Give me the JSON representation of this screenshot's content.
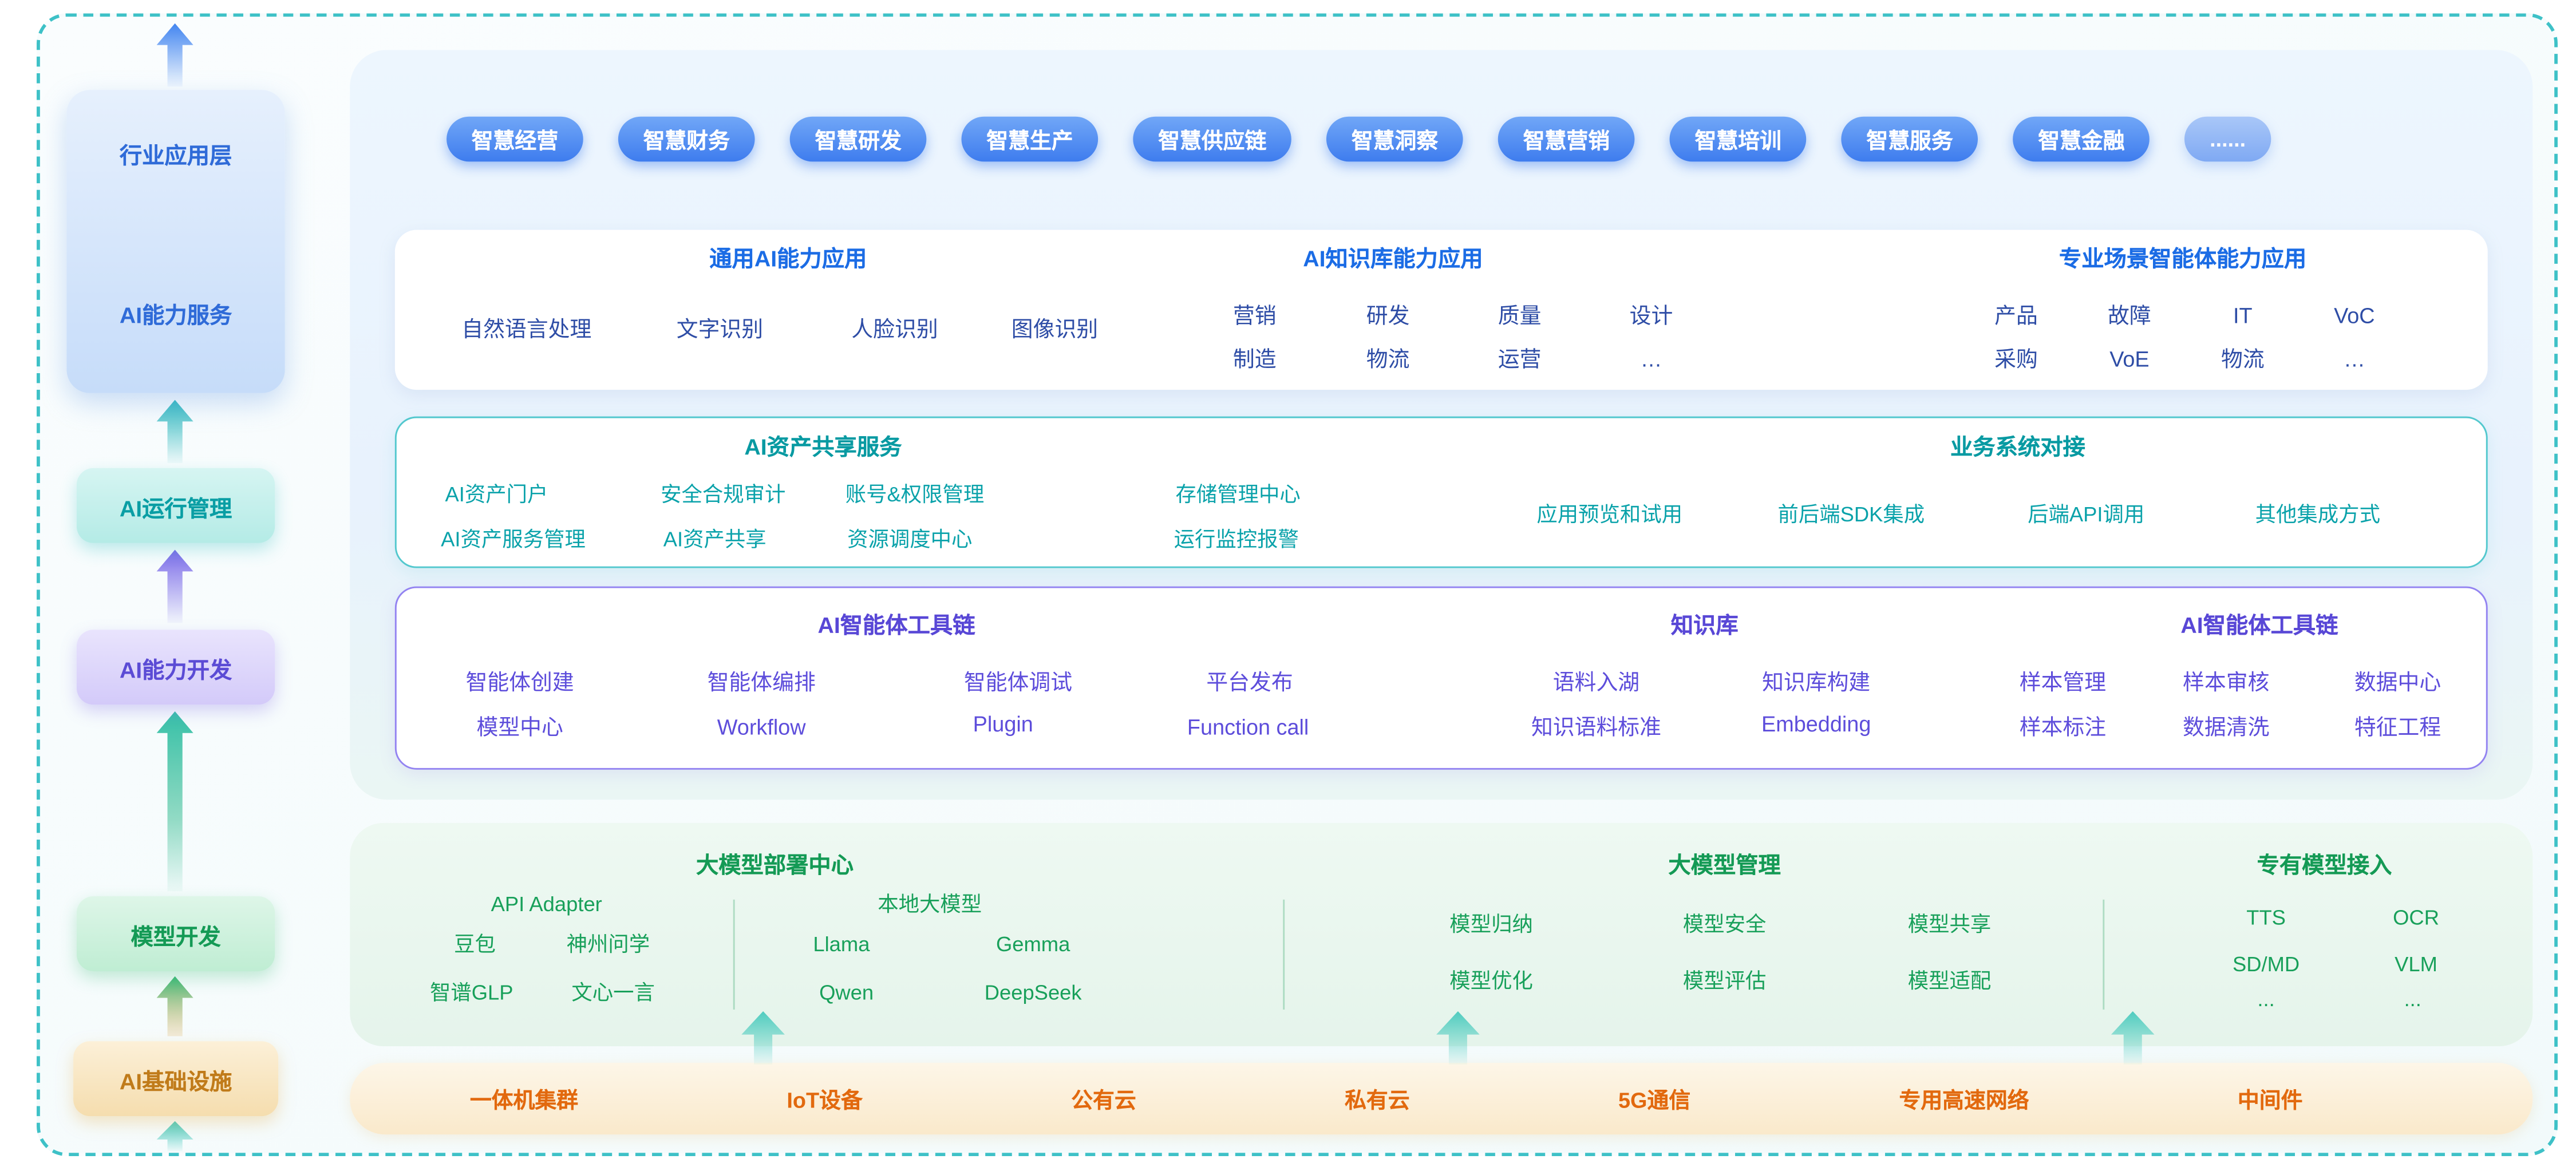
{
  "colors": {
    "frame_dash_teal": "#3ec1c7",
    "pill_blue": "#3e7cee",
    "header_blue": "#1b6ce5",
    "item_navy": "#2e4da6",
    "teal": "#0aa2aa",
    "purple": "#5b4bd5",
    "green": "#18a05a",
    "orange": "#e2690e"
  },
  "left_rail": {
    "application_layer": {
      "top": "行业应用层",
      "bottom": "AI能力服务"
    },
    "runtime_mgmt": "AI运行管理",
    "capability_dev": "AI能力开发",
    "model_dev": "模型开发",
    "infrastructure": "AI基础设施"
  },
  "industry_pills": [
    "智慧经营",
    "智慧财务",
    "智慧研发",
    "智慧生产",
    "智慧供应链",
    "智慧洞察",
    "智慧营销",
    "智慧培训",
    "智慧服务",
    "智慧金融",
    "......"
  ],
  "capability_card": {
    "general": {
      "title": "通用AI能力应用",
      "items": [
        "自然语言处理",
        "文字识别",
        "人脸识别",
        "图像识别"
      ]
    },
    "knowledge": {
      "title": "AI知识库能力应用",
      "row1": [
        "营销",
        "研发",
        "质量",
        "设计"
      ],
      "row2": [
        "制造",
        "物流",
        "运营",
        "…"
      ]
    },
    "agent_scenarios": {
      "title": "专业场景智能体能力应用",
      "row1": [
        "产品",
        "故障",
        "IT",
        "VoC"
      ],
      "row2": [
        "采购",
        "VoE",
        "物流",
        "…"
      ]
    }
  },
  "asset_card": {
    "share_title": "AI资产共享服务",
    "share_row1": [
      "AI资产门户",
      "安全合规审计",
      "账号&权限管理",
      "存储管理中心"
    ],
    "share_row2": [
      "AI资产服务管理",
      "AI资产共享",
      "资源调度中心",
      "运行监控报警"
    ],
    "integration_title": "业务系统对接",
    "integration_items": [
      "应用预览和试用",
      "前后端SDK集成",
      "后端API调用",
      "其他集成方式"
    ]
  },
  "toolchain_card": {
    "agent": {
      "title": "AI智能体工具链",
      "row1": [
        "智能体创建",
        "智能体编排",
        "智能体调试",
        "平台发布"
      ],
      "row2": [
        "模型中心",
        "Workflow",
        "Plugin",
        "Function call"
      ]
    },
    "knowledge": {
      "title": "知识库",
      "row1": [
        "语料入湖",
        "知识库构建"
      ],
      "row2": [
        "知识语料标准",
        "Embedding"
      ]
    },
    "data": {
      "title": "AI智能体工具链",
      "row1": [
        "样本管理",
        "样本审核",
        "数据中心"
      ],
      "row2": [
        "样本标注",
        "数据清洗",
        "特征工程"
      ]
    }
  },
  "model_panel": {
    "deploy": {
      "title": "大模型部署中心",
      "api_adapter": {
        "label": "API Adapter",
        "row1": [
          "豆包",
          "神州问学"
        ],
        "row2": [
          "智谱GLP",
          "文心一言"
        ]
      },
      "local": {
        "label": "本地大模型",
        "row1": [
          "Llama",
          "Gemma"
        ],
        "row2": [
          "Qwen",
          "DeepSeek"
        ]
      }
    },
    "manage": {
      "title": "大模型管理",
      "row1": [
        "模型归纳",
        "模型安全",
        "模型共享"
      ],
      "row2": [
        "模型优化",
        "模型评估",
        "模型适配"
      ]
    },
    "proprietary": {
      "title": "专有模型接入",
      "row1": [
        "TTS",
        "OCR"
      ],
      "row2": [
        "SD/MD",
        "VLM"
      ],
      "row3": [
        "...",
        "..."
      ]
    }
  },
  "infra_bar": [
    "一体机集群",
    "IoT设备",
    "公有云",
    "私有云",
    "5G通信",
    "专用高速网络",
    "中间件"
  ]
}
